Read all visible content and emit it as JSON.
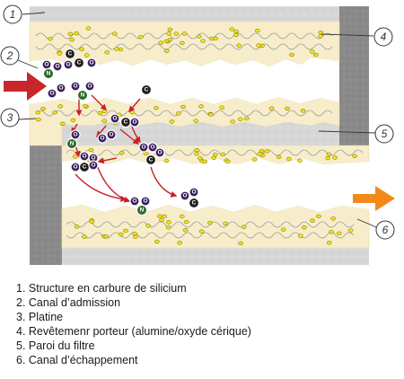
{
  "callouts": [
    "1",
    "2",
    "3",
    "4",
    "5",
    "6"
  ],
  "legend": [
    "1. Structure en carbure de silicium",
    "2. Canal d’admission",
    "3. Platine",
    "4. Revêtemenr porteur (alumine/oxyde cérique)",
    "5. Paroi du filtre",
    "6. Canal d’échappement"
  ],
  "atoms": {
    "carbon": "C",
    "nitrogen": "N",
    "oxygen": "O"
  },
  "colors": {
    "silicon_carbide": "#d7d7d7",
    "washcoat": "#f7edcb",
    "platinum": "#f2e318",
    "inlet_arrow": "#c9262b",
    "outlet_arrow": "#f28a1a",
    "reaction_arrow": "#cc1f26",
    "carbon_atom": "#1e1e1e",
    "nitrogen_atom": "#2f6b2b",
    "oxygen_atom": "#3a1f5c"
  }
}
